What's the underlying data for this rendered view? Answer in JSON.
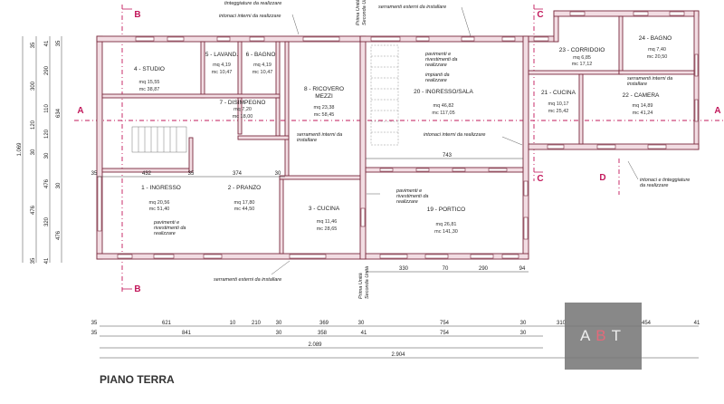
{
  "plan_title": "PIANO TERRA",
  "logo": {
    "a": "A",
    "b": "B",
    "t": "T"
  },
  "section_labels": {
    "a": "A",
    "b": "B",
    "c": "C",
    "d": "D"
  },
  "floor_units": {
    "first": "Prima Unità",
    "second": "Seconda Unità"
  },
  "rooms": [
    {
      "name": "4 - STUDIO",
      "mq": "mq 15,55",
      "mc": "mc 38,87"
    },
    {
      "name": "5 - LAVAND.",
      "mq": "mq 4,19",
      "mc": "mc 10,47"
    },
    {
      "name": "6 - BAGNO",
      "mq": "mq 4,19",
      "mc": "mc 10,47"
    },
    {
      "name": "7 - DISIMPEGNO",
      "mq": "mq 7,20",
      "mc": "mc 18,00"
    },
    {
      "name": "8 - RICOVERO",
      "name2": "MEZZI",
      "mq": "mq 23,38",
      "mc": "mc 58,45"
    },
    {
      "name": "20 - INGRESSO/SALA",
      "mq": "mq 46,82",
      "mc": "mc 117,05"
    },
    {
      "name": "23 - CORRIDOIO",
      "mq": "mq 6,85",
      "mc": "mc 17,12"
    },
    {
      "name": "24 - BAGNO",
      "mq": "mq 7,40",
      "mc": "mc 20,50"
    },
    {
      "name": "21 - CUCINA",
      "mq": "mq 10,17",
      "mc": "mc 25,42"
    },
    {
      "name": "22 - CAMERA",
      "mq": "mq 14,89",
      "mc": "mc 41,24"
    },
    {
      "name": "1 - INGRESSO",
      "mq": "mq 20,56",
      "mc": "mc 51,40"
    },
    {
      "name": "2 - PRANZO",
      "mq": "mq 17,80",
      "mc": "mc 44,50"
    },
    {
      "name": "3 - CUCINA",
      "mq": "mq 11,46",
      "mc": "mc 28,65"
    },
    {
      "name": "19 - PORTICO",
      "mq": "mq 26,81",
      "mc": "mc 141,30"
    }
  ],
  "notes": {
    "tinteggiature": "tinteggiature da realizzare",
    "intonaci_top": "intonaci interni da realizzare",
    "serramenti_top": "serramenti esterni da installare",
    "pavimenti_top": [
      "pavimenti e",
      "rivestimenti da",
      "realizzare"
    ],
    "impianti": [
      "impianti da",
      "realizzare"
    ],
    "serramenti_int_right": [
      "serramenti interni da",
      "installare"
    ],
    "serramenti_int_mid": [
      "serramenti interni da",
      "installare"
    ],
    "intonaci_mid": "intonaci interni da realizzare",
    "pavimenti_left": [
      "pavimenti e",
      "rivestimenti da",
      "realizzare"
    ],
    "pavimenti_mid": [
      "pavimenti e",
      "rivestimenti da",
      "realizzare"
    ],
    "intonaci_right": [
      "intonaci e tinteggiature",
      "da realizzare"
    ],
    "serramenti_bottom": "serramenti esterni da installare"
  },
  "dims": {
    "inner_row": [
      "35",
      "432",
      "35",
      "374",
      "30"
    ],
    "portico_row": [
      "330",
      "70",
      "290",
      "94"
    ],
    "mid_line": "743",
    "row1": [
      "35",
      "621",
      "10",
      "210",
      "30",
      "369",
      "30",
      "754",
      "30",
      "310",
      "454",
      "41"
    ],
    "row2": [
      "35",
      "841",
      "30",
      "358",
      "41",
      "754",
      "30"
    ],
    "row3": "2.089",
    "row4": "2.904",
    "vert_total": "1.069",
    "vert_total2": "634",
    "vert_a": [
      "35",
      "300",
      "120",
      "30",
      "476",
      "35"
    ],
    "vert_b": [
      "41",
      "290",
      "110",
      "120",
      "30",
      "476",
      "320",
      "41"
    ],
    "vert_c": [
      "35",
      "30",
      "476"
    ]
  }
}
